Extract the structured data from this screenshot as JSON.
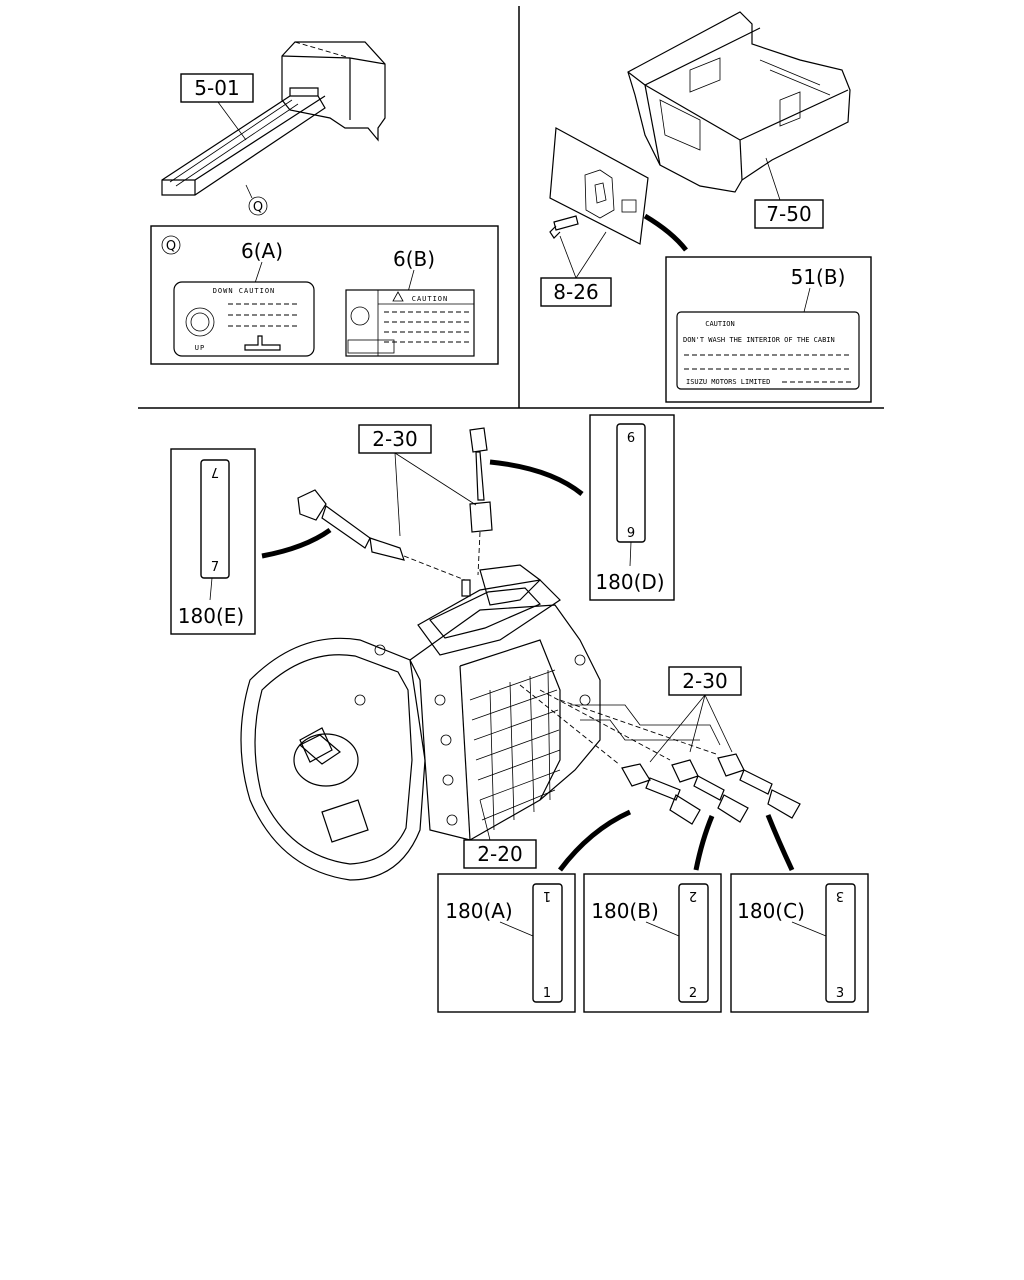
{
  "callouts": {
    "seat_part": "5-01",
    "cab_part": "7-50",
    "bolt_part": "8-26",
    "switch_top": "2-30",
    "switch_right": "2-30",
    "transmission": "2-20",
    "detail_marker": "Q"
  },
  "labels": {
    "label_6a": "6(A)",
    "label_6b": "6(B)",
    "label_51b": "51(B)",
    "label_180a": "180(A)",
    "label_180b": "180(B)",
    "label_180c": "180(C)",
    "label_180d": "180(D)",
    "label_180e": "180(E)"
  },
  "decal_6a": {
    "title": "DOWN CAUTION",
    "bottom_text": "UP"
  },
  "decal_6b": {
    "title": "CAUTION",
    "icon": "warning-triangle-icon"
  },
  "decal_51b": {
    "title": "CAUTION",
    "line1": "DON'T WASH THE INTERIOR OF THE CABIN",
    "footer": "ISUZU MOTORS LIMITED"
  },
  "tags": {
    "a": {
      "top": "1",
      "bottom": "1"
    },
    "b": {
      "top": "2",
      "bottom": "2"
    },
    "c": {
      "top": "3",
      "bottom": "3"
    },
    "d": {
      "top": "9",
      "bottom": "9"
    },
    "e": {
      "top": "7",
      "bottom": "7"
    }
  }
}
